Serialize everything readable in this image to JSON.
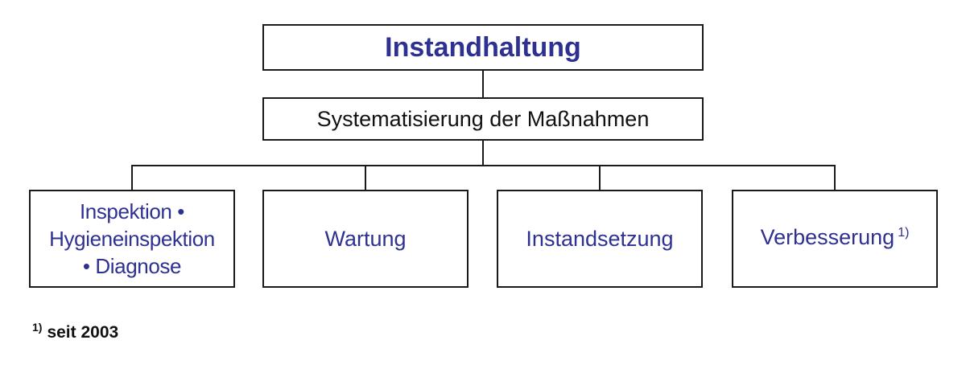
{
  "root": {
    "label": "Instandhaltung"
  },
  "middle": {
    "label": "Systematisierung der Maßnahmen"
  },
  "leaves": [
    {
      "lines": [
        "Inspektion •",
        "Hygieneinspektion",
        "• Diagnose"
      ]
    },
    {
      "label": "Wartung"
    },
    {
      "label": "Instandsetzung"
    },
    {
      "label": "Verbesserung",
      "footnote_mark": "1)"
    }
  ],
  "footnote": {
    "mark": "1)",
    "text": "seit 2003"
  },
  "colors": {
    "node_text": "#2e3192",
    "border": "#1a1a1a",
    "plain_text": "#111111"
  }
}
